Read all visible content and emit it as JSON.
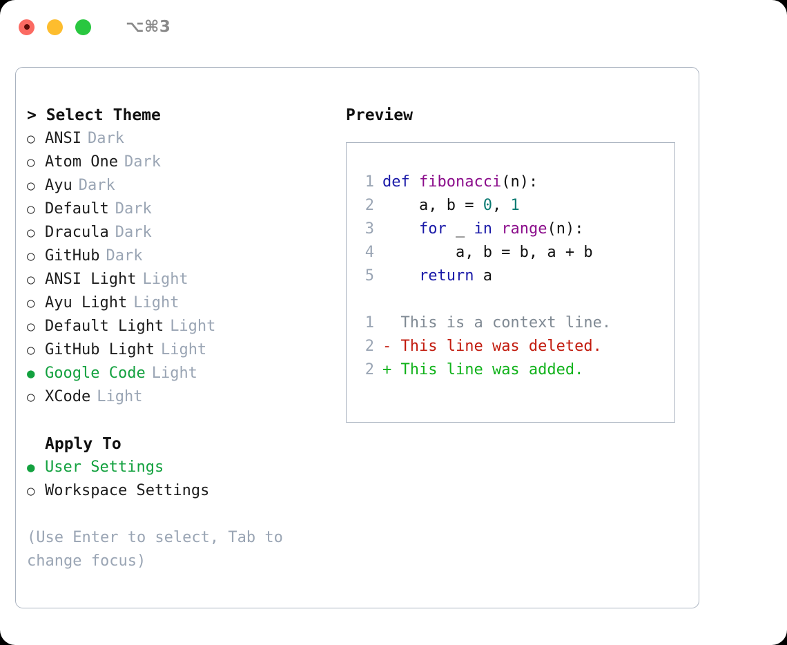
{
  "titlebar": {
    "shortcut": "⌥⌘3",
    "buttons": {
      "close": "",
      "minimize": "",
      "maximize": ""
    }
  },
  "theme_picker": {
    "heading": "> Select Theme",
    "bullet_unselected": "○",
    "bullet_selected": "●",
    "options": [
      {
        "name": "ANSI",
        "tag": "Dark",
        "selected": false
      },
      {
        "name": "Atom One",
        "tag": "Dark",
        "selected": false
      },
      {
        "name": "Ayu",
        "tag": "Dark",
        "selected": false
      },
      {
        "name": "Default",
        "tag": "Dark",
        "selected": false
      },
      {
        "name": "Dracula",
        "tag": "Dark",
        "selected": false
      },
      {
        "name": "GitHub",
        "tag": "Dark",
        "selected": false
      },
      {
        "name": "ANSI Light",
        "tag": "Light",
        "selected": false
      },
      {
        "name": "Ayu Light",
        "tag": "Light",
        "selected": false
      },
      {
        "name": "Default Light",
        "tag": "Light",
        "selected": false
      },
      {
        "name": "GitHub Light",
        "tag": "Light",
        "selected": false
      },
      {
        "name": "Google Code",
        "tag": "Light",
        "selected": true
      },
      {
        "name": "XCode",
        "tag": "Light",
        "selected": false
      }
    ]
  },
  "apply_to": {
    "heading": "Apply To",
    "options": [
      {
        "name": "User Settings",
        "selected": true
      },
      {
        "name": "Workspace Settings",
        "selected": false
      }
    ]
  },
  "hint": "(Use Enter to select, Tab to change focus)",
  "preview": {
    "heading": "Preview",
    "code_lines": [
      {
        "no": "1",
        "tokens": [
          {
            "t": "def ",
            "c": "kw"
          },
          {
            "t": "fibonacci",
            "c": "fn"
          },
          {
            "t": "(n):",
            "c": "plain"
          }
        ]
      },
      {
        "no": "2",
        "tokens": [
          {
            "t": "    a, b = ",
            "c": "plain"
          },
          {
            "t": "0",
            "c": "num"
          },
          {
            "t": ", ",
            "c": "plain"
          },
          {
            "t": "1",
            "c": "num"
          }
        ]
      },
      {
        "no": "3",
        "tokens": [
          {
            "t": "    ",
            "c": "plain"
          },
          {
            "t": "for",
            "c": "kw"
          },
          {
            "t": " _ ",
            "c": "plain"
          },
          {
            "t": "in",
            "c": "kw"
          },
          {
            "t": " ",
            "c": "plain"
          },
          {
            "t": "range",
            "c": "fn"
          },
          {
            "t": "(n):",
            "c": "plain"
          }
        ]
      },
      {
        "no": "4",
        "tokens": [
          {
            "t": "        a, b = b, a + b",
            "c": "plain"
          }
        ]
      },
      {
        "no": "5",
        "tokens": [
          {
            "t": "    ",
            "c": "plain"
          },
          {
            "t": "return",
            "c": "kw"
          },
          {
            "t": " a",
            "c": "plain"
          }
        ]
      }
    ],
    "diff_lines": [
      {
        "no": "1",
        "marker": " ",
        "text": "This is a context line.",
        "kind": "ctx"
      },
      {
        "no": "2",
        "marker": "-",
        "text": "This line was deleted.",
        "kind": "del"
      },
      {
        "no": "2",
        "marker": "+",
        "text": "This line was added.",
        "kind": "add"
      }
    ]
  },
  "colors": {
    "accent_green": "#13a13f",
    "muted": "#9aa5b4",
    "border": "#aab3c0",
    "keyword": "#1a1aa8",
    "function": "#8b0d8b",
    "number": "#0b7a72",
    "diff_context": "#808a94",
    "diff_deleted": "#c21b0e",
    "diff_added": "#10b21a",
    "traffic_close": "#fb6a62",
    "traffic_minimize": "#fdbd2e",
    "traffic_maximize": "#29c740"
  }
}
